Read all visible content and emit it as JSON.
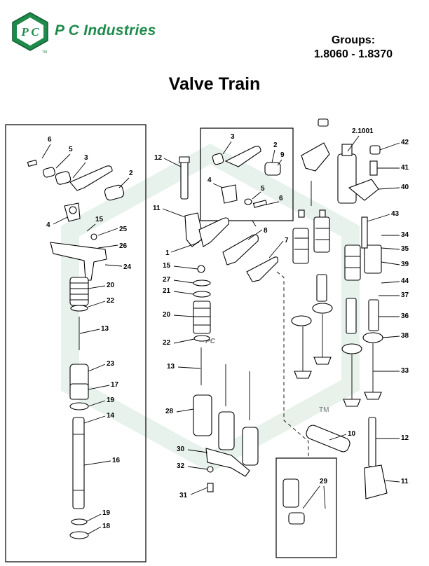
{
  "header": {
    "logo_letters": "P C",
    "company_name": "P C Industries",
    "groups_label": "Groups:",
    "groups_range": "1.8060 - 1.8370"
  },
  "page_title": "Valve Train",
  "watermark": {
    "tm": "TM",
    "color": "#cfe3d6"
  },
  "brand_color": "#1f8a4c",
  "callouts": {
    "box_top": {
      "c3": "3",
      "c2": "2",
      "c9": "9",
      "c4": "4",
      "c5": "5",
      "c6": "6"
    },
    "left_panel": {
      "c6": "6",
      "c5": "5",
      "c3": "3",
      "c2": "2",
      "c4": "4",
      "c15": "15",
      "c25": "25",
      "c26": "26",
      "c24": "24",
      "c20": "20",
      "c22": "22",
      "c13": "13",
      "c23": "23",
      "c17": "17",
      "c19a": "19",
      "c14": "14",
      "c16": "16",
      "c19b": "19",
      "c18": "18"
    },
    "middle": {
      "c12": "12",
      "c11": "11",
      "c8": "8",
      "c1": "1",
      "c7": "7",
      "c15": "15",
      "c27": "27",
      "c21": "21",
      "c20": "20",
      "c22": "22",
      "c13": "13",
      "c28": "28",
      "c30": "30",
      "c32": "32",
      "c31": "31",
      "c10": "10",
      "c29": "29"
    },
    "right": {
      "c21001": "2.1001",
      "c42": "42",
      "c41": "41",
      "c40": "40",
      "c43": "43",
      "c34": "34",
      "c35": "35",
      "c39": "39",
      "c44": "44",
      "c37": "37",
      "c36": "36",
      "c38": "38",
      "c33": "33",
      "c12": "12",
      "c11": "11"
    }
  }
}
